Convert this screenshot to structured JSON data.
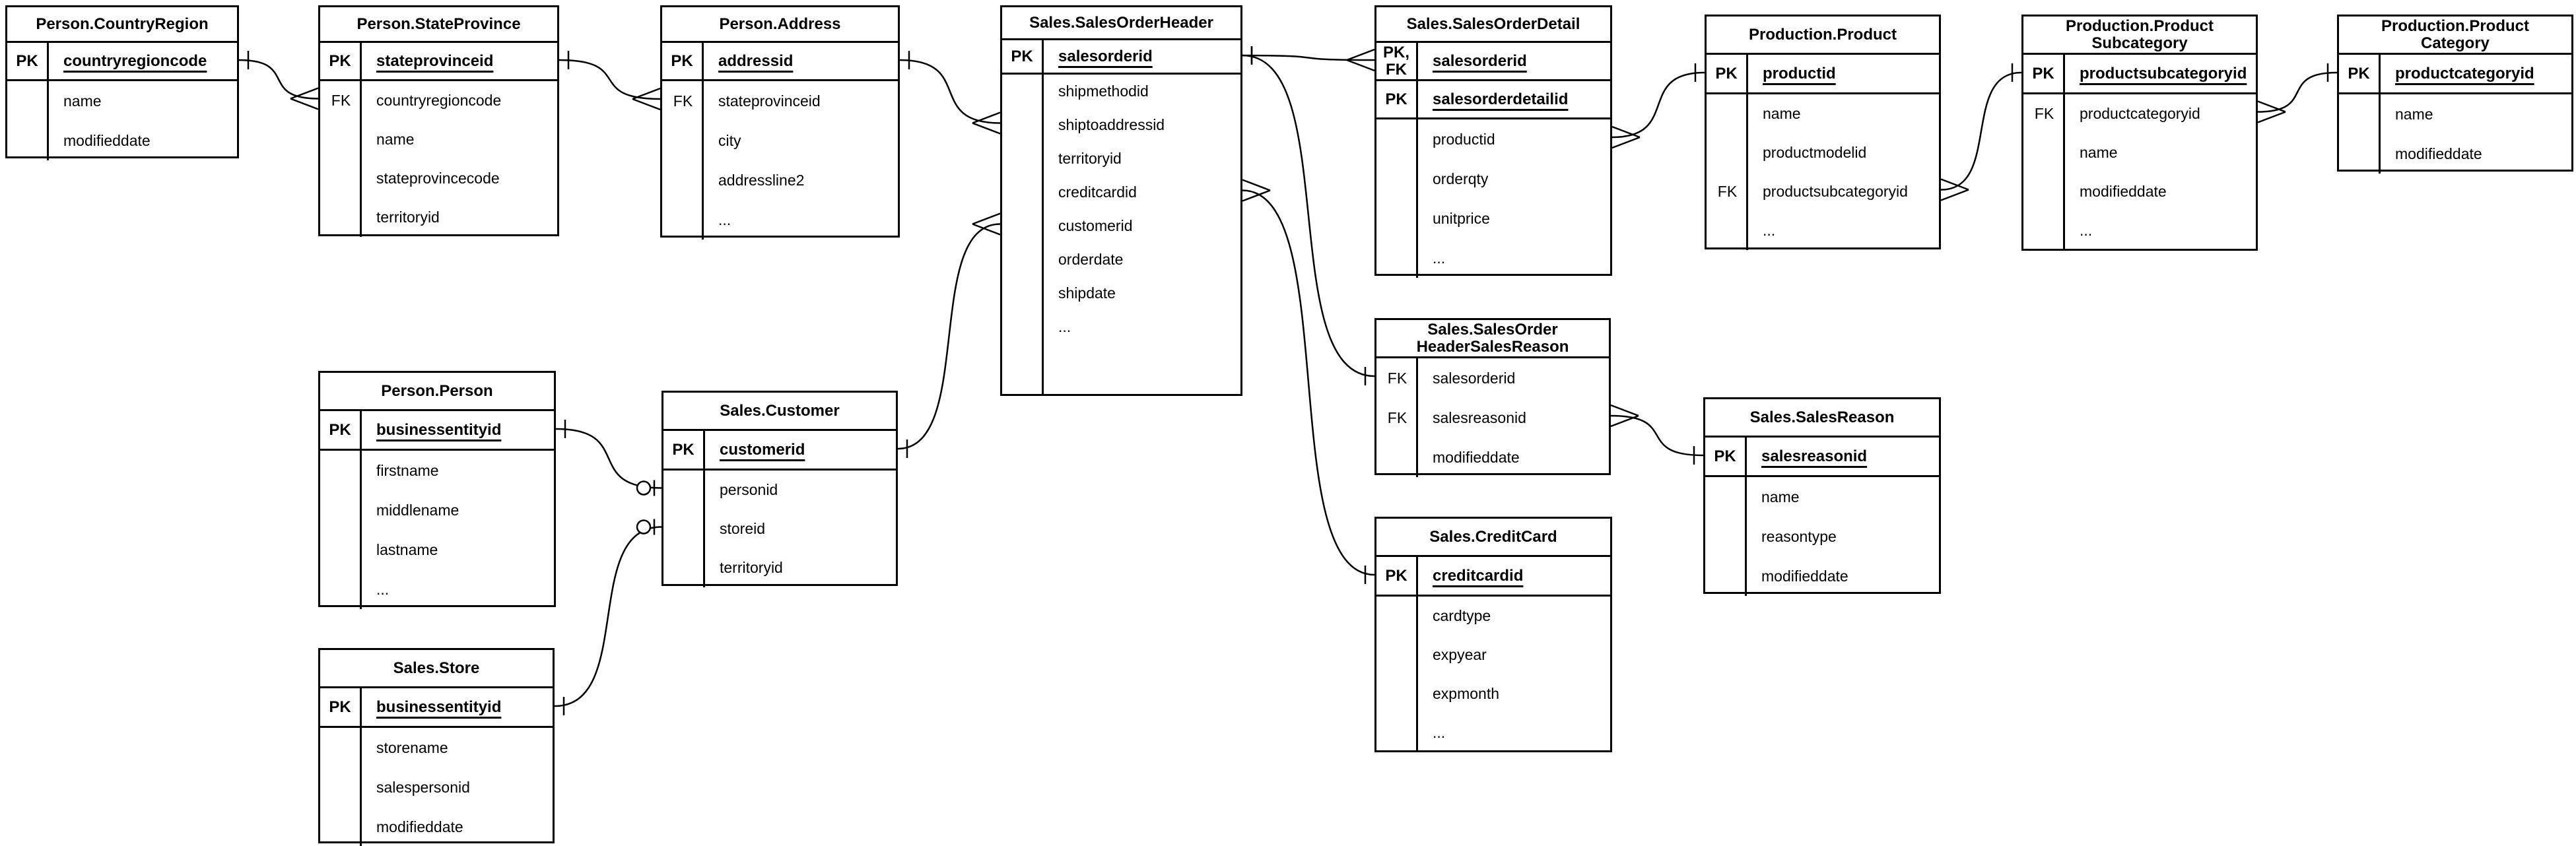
{
  "diagram": {
    "kind": "entity-relationship-diagram",
    "colors": {
      "stroke": "#000000",
      "background": "#ffffff",
      "text": "#000000"
    },
    "tables": [
      {
        "id": "country_region",
        "title_lines": [
          "Person.CountryRegion"
        ],
        "keys": [
          {
            "badge": "PK",
            "name": "countryregioncode"
          }
        ],
        "attrs": [
          {
            "badge": "",
            "name": "name"
          },
          {
            "badge": "",
            "name": "modifieddate"
          }
        ]
      },
      {
        "id": "state_province",
        "title_lines": [
          "Person.StateProvince"
        ],
        "keys": [
          {
            "badge": "PK",
            "name": "stateprovinceid"
          }
        ],
        "attrs": [
          {
            "badge": "FK",
            "name": "countryregioncode"
          },
          {
            "badge": "",
            "name": "name"
          },
          {
            "badge": "",
            "name": "stateprovincecode"
          },
          {
            "badge": "",
            "name": "territoryid"
          }
        ]
      },
      {
        "id": "address",
        "title_lines": [
          "Person.Address"
        ],
        "keys": [
          {
            "badge": "PK",
            "name": "addressid"
          }
        ],
        "attrs": [
          {
            "badge": "FK",
            "name": "stateprovinceid"
          },
          {
            "badge": "",
            "name": "city"
          },
          {
            "badge": "",
            "name": "addressline2"
          },
          {
            "badge": "",
            "name": "..."
          }
        ]
      },
      {
        "id": "sales_order_header",
        "title_lines": [
          "Sales.SalesOrderHeader"
        ],
        "keys": [
          {
            "badge": "PK",
            "name": "salesorderid"
          }
        ],
        "attrs": [
          {
            "badge": "",
            "name": "shipmethodid"
          },
          {
            "badge": "",
            "name": "shiptoaddressid"
          },
          {
            "badge": "",
            "name": "territoryid"
          },
          {
            "badge": "",
            "name": "creditcardid"
          },
          {
            "badge": "",
            "name": "customerid"
          },
          {
            "badge": "",
            "name": "orderdate"
          },
          {
            "badge": "",
            "name": "shipdate"
          },
          {
            "badge": "",
            "name": "..."
          }
        ]
      },
      {
        "id": "sales_order_detail",
        "title_lines": [
          "Sales.SalesOrderDetail"
        ],
        "keys": [
          {
            "badge": "PK,\nFK",
            "name": "salesorderid"
          },
          {
            "badge": "PK",
            "name": "salesorderdetailid"
          }
        ],
        "attrs": [
          {
            "badge": "",
            "name": "productid"
          },
          {
            "badge": "",
            "name": "orderqty"
          },
          {
            "badge": "",
            "name": "unitprice"
          },
          {
            "badge": "",
            "name": "..."
          }
        ]
      },
      {
        "id": "product",
        "title_lines": [
          "Production.Product"
        ],
        "keys": [
          {
            "badge": "PK",
            "name": "productid"
          }
        ],
        "attrs": [
          {
            "badge": "",
            "name": "name"
          },
          {
            "badge": "",
            "name": "productmodelid"
          },
          {
            "badge": "FK",
            "name": "productsubcategoryid"
          },
          {
            "badge": "",
            "name": "..."
          }
        ]
      },
      {
        "id": "product_subcategory",
        "title_lines": [
          "Production.Product",
          "Subcategory"
        ],
        "keys": [
          {
            "badge": "PK",
            "name": "productsubcategoryid"
          }
        ],
        "attrs": [
          {
            "badge": "FK",
            "name": "productcategoryid"
          },
          {
            "badge": "",
            "name": "name"
          },
          {
            "badge": "",
            "name": "modifieddate"
          },
          {
            "badge": "",
            "name": "..."
          }
        ]
      },
      {
        "id": "product_category",
        "title_lines": [
          "Production.Product",
          "Category"
        ],
        "keys": [
          {
            "badge": "PK",
            "name": "productcategoryid"
          }
        ],
        "attrs": [
          {
            "badge": "",
            "name": "name"
          },
          {
            "badge": "",
            "name": "modifieddate"
          }
        ]
      },
      {
        "id": "person",
        "title_lines": [
          "Person.Person"
        ],
        "keys": [
          {
            "badge": "PK",
            "name": "businessentityid"
          }
        ],
        "attrs": [
          {
            "badge": "",
            "name": "firstname"
          },
          {
            "badge": "",
            "name": "middlename"
          },
          {
            "badge": "",
            "name": "lastname"
          },
          {
            "badge": "",
            "name": "..."
          }
        ]
      },
      {
        "id": "customer",
        "title_lines": [
          "Sales.Customer"
        ],
        "keys": [
          {
            "badge": "PK",
            "name": "customerid"
          }
        ],
        "attrs": [
          {
            "badge": "",
            "name": "personid"
          },
          {
            "badge": "",
            "name": "storeid"
          },
          {
            "badge": "",
            "name": "territoryid"
          }
        ]
      },
      {
        "id": "store",
        "title_lines": [
          "Sales.Store"
        ],
        "keys": [
          {
            "badge": "PK",
            "name": "businessentityid"
          }
        ],
        "attrs": [
          {
            "badge": "",
            "name": "storename"
          },
          {
            "badge": "",
            "name": "salespersonid"
          },
          {
            "badge": "",
            "name": "modifieddate"
          }
        ]
      },
      {
        "id": "order_header_sales_reason",
        "title_lines": [
          "Sales.SalesOrder",
          "HeaderSalesReason"
        ],
        "keys": [],
        "attrs": [
          {
            "badge": "FK",
            "name": "salesorderid"
          },
          {
            "badge": "FK",
            "name": "salesreasonid"
          },
          {
            "badge": "",
            "name": "modifieddate"
          }
        ]
      },
      {
        "id": "sales_reason",
        "title_lines": [
          "Sales.SalesReason"
        ],
        "keys": [
          {
            "badge": "PK",
            "name": "salesreasonid"
          }
        ],
        "attrs": [
          {
            "badge": "",
            "name": "name"
          },
          {
            "badge": "",
            "name": "reasontype"
          },
          {
            "badge": "",
            "name": "modifieddate"
          }
        ]
      },
      {
        "id": "credit_card",
        "title_lines": [
          "Sales.CreditCard"
        ],
        "keys": [
          {
            "badge": "PK",
            "name": "creditcardid"
          }
        ],
        "attrs": [
          {
            "badge": "",
            "name": "cardtype"
          },
          {
            "badge": "",
            "name": "expyear"
          },
          {
            "badge": "",
            "name": "expmonth"
          },
          {
            "badge": "",
            "name": "..."
          }
        ]
      }
    ],
    "relationships": [
      {
        "from": "country_region.countryregioncode",
        "to": "state_province.countryregioncode",
        "from_card": "one",
        "to_card": "many"
      },
      {
        "from": "state_province.stateprovinceid",
        "to": "address.stateprovinceid",
        "from_card": "one",
        "to_card": "many"
      },
      {
        "from": "address.addressid",
        "to": "sales_order_header.shiptoaddressid",
        "from_card": "one",
        "to_card": "many"
      },
      {
        "from": "customer.customerid",
        "to": "sales_order_header.customerid",
        "from_card": "one",
        "to_card": "many"
      },
      {
        "from": "sales_order_header.salesorderid",
        "to": "sales_order_detail.salesorderid",
        "from_card": "one",
        "to_card": "many"
      },
      {
        "from": "sales_order_header.salesorderid",
        "to": "order_header_sales_reason.salesorderid",
        "from_card": "one",
        "to_card": "one"
      },
      {
        "from": "sales_order_header.creditcardid",
        "to": "credit_card.creditcardid",
        "from_card": "many",
        "to_card": "one"
      },
      {
        "from": "sales_order_detail.productid",
        "to": "product.productid",
        "from_card": "many",
        "to_card": "one"
      },
      {
        "from": "product.productsubcategoryid",
        "to": "product_subcategory.productsubcategoryid",
        "from_card": "many",
        "to_card": "one"
      },
      {
        "from": "product_subcategory.productcategoryid",
        "to": "product_category.productcategoryid",
        "from_card": "many",
        "to_card": "one"
      },
      {
        "from": "order_header_sales_reason.salesreasonid",
        "to": "sales_reason.salesreasonid",
        "from_card": "many",
        "to_card": "one"
      },
      {
        "from": "person.businessentityid",
        "to": "customer.personid",
        "from_card": "one",
        "to_card": "zero-one"
      },
      {
        "from": "store.businessentityid",
        "to": "customer.storeid",
        "from_card": "one",
        "to_card": "zero-one"
      }
    ]
  }
}
